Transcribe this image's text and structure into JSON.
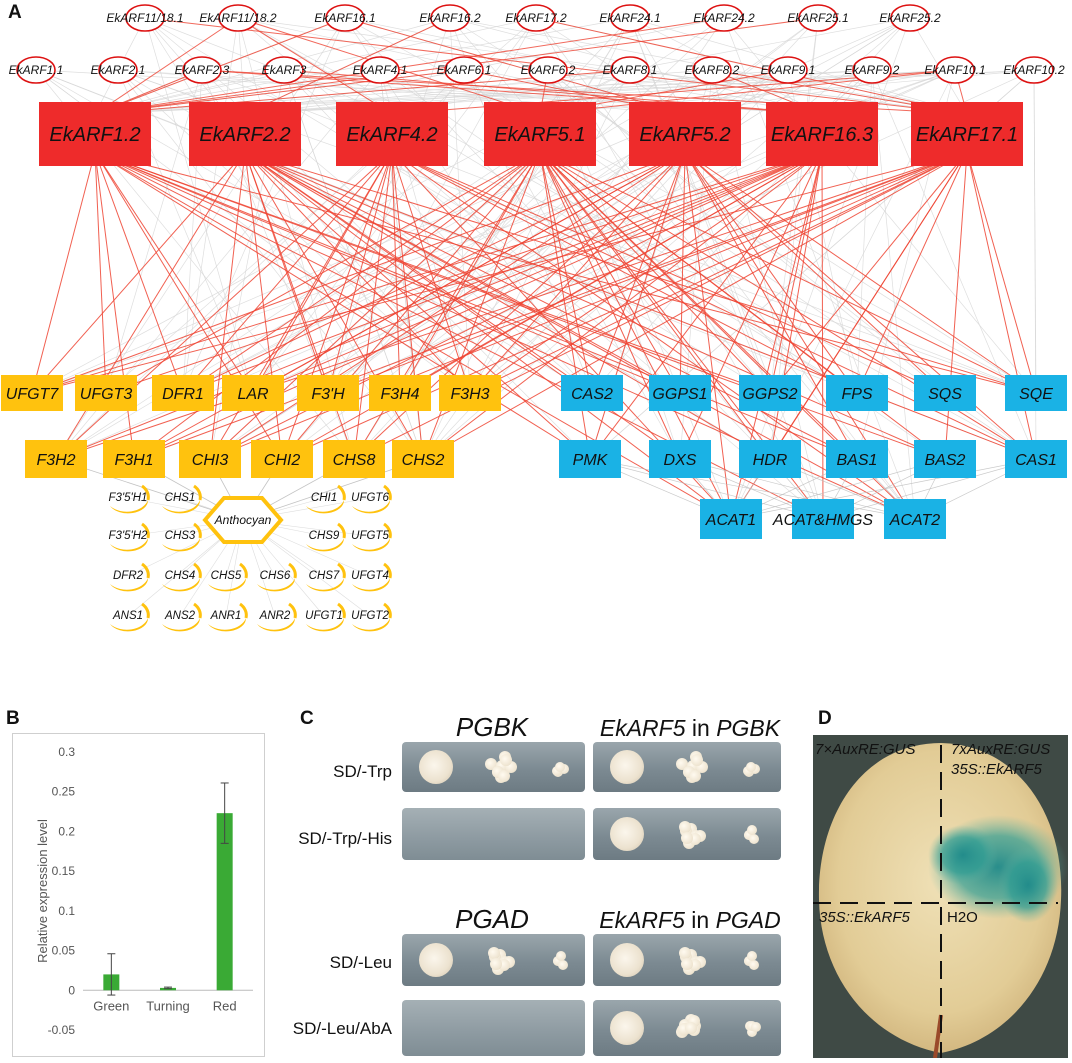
{
  "panels": {
    "a": "A",
    "b": "B",
    "c": "C",
    "d": "D"
  },
  "network": {
    "top_ellipses_row1": [
      "EkARF11/18.1",
      "EkARF11/18.2",
      "EkARF16.1",
      "EkARF16.2",
      "EkARF17.2",
      "EkARF24.1",
      "EkARF24.2",
      "EkARF25.1",
      "EkARF25.2"
    ],
    "top_ellipses_row2": [
      "EkARF1.1",
      "EkARF2.1",
      "EkARF2.3",
      "EkARF3",
      "EkARF4.1",
      "EkARF6.1",
      "EkARF6.2",
      "EkARF8.1",
      "EkARF8.2",
      "EkARF9.1",
      "EkARF9.2",
      "EkARF10.1",
      "EkARF10.2"
    ],
    "hub_arfs": [
      "EkARF1.2",
      "EkARF2.2",
      "EkARF4.2",
      "EkARF5.1",
      "EkARF5.2",
      "EkARF16.3",
      "EkARF17.1"
    ],
    "flavonoid_row1": [
      "UFGT7",
      "UFGT3",
      "DFR1",
      "LAR",
      "F3'H",
      "F3H4",
      "F3H3"
    ],
    "flavonoid_row2": [
      "F3H2",
      "F3H1",
      "CHI3",
      "CHI2",
      "CHS8",
      "CHS2"
    ],
    "terpenoid_row1": [
      "CAS2",
      "GGPS1",
      "GGPS2",
      "FPS",
      "SQS",
      "SQE"
    ],
    "terpenoid_row2": [
      "PMK",
      "DXS",
      "HDR",
      "BAS1",
      "BAS2",
      "CAS1"
    ],
    "terpenoid_row3": [
      "ACAT1",
      "ACAT&HMGS",
      "ACAT2"
    ],
    "hub_center": "Anthocyan",
    "moons": [
      "F3'5'H1",
      "CHS1",
      "CHI1",
      "UFGT6",
      "F3'5'H2",
      "CHS3",
      "CHS9",
      "UFGT5",
      "DFR2",
      "CHS4",
      "CHS5",
      "CHS6",
      "CHS7",
      "UFGT4",
      "ANS1",
      "ANS2",
      "ANR1",
      "ANR2",
      "UFGT1",
      "UFGT2"
    ],
    "colors": {
      "arf_box": "#ee2b2b",
      "flav_box": "#ffc20e",
      "terp_box": "#1ab2e5",
      "red_edge": "#ee4433",
      "grey_edge": "#d6d6d6",
      "ellipse_stroke": "#dd1111"
    }
  },
  "chart_data": {
    "type": "bar",
    "categories": [
      "Green",
      "Turning",
      "Red"
    ],
    "values": [
      0.02,
      0.003,
      0.223
    ],
    "errors": [
      0.026,
      0.001,
      0.038
    ],
    "ylabel": "Relative expression level",
    "ylim": [
      -0.05,
      0.3
    ],
    "yticks": [
      "-0.05",
      "0",
      "0.05",
      "0.1",
      "0.15",
      "0.2",
      "0.25",
      "0.3"
    ],
    "bar_color": "#3aaa35",
    "grid": false
  },
  "yeast": {
    "header_top_left": "PGBK",
    "header_top_right_gene": "EkARF5",
    "header_top_right_in": " in ",
    "header_top_right_vec": "PGBK",
    "header_bottom_left": "PGAD",
    "header_bottom_right_gene": "EkARF5",
    "header_bottom_right_in": " in ",
    "header_bottom_right_vec": "PGAD",
    "rows": [
      "SD/-Trp",
      "SD/-Trp/-His",
      "SD/-Leu",
      "SD/-Leu/AbA"
    ]
  },
  "leaf": {
    "label_tl": "7×AuxRE:GUS",
    "label_tr_1": "7xAuxRE:GUS",
    "label_tr_2": "35S::EkARF5",
    "label_bl": "35S::EkARF5",
    "label_br": "H2O"
  }
}
